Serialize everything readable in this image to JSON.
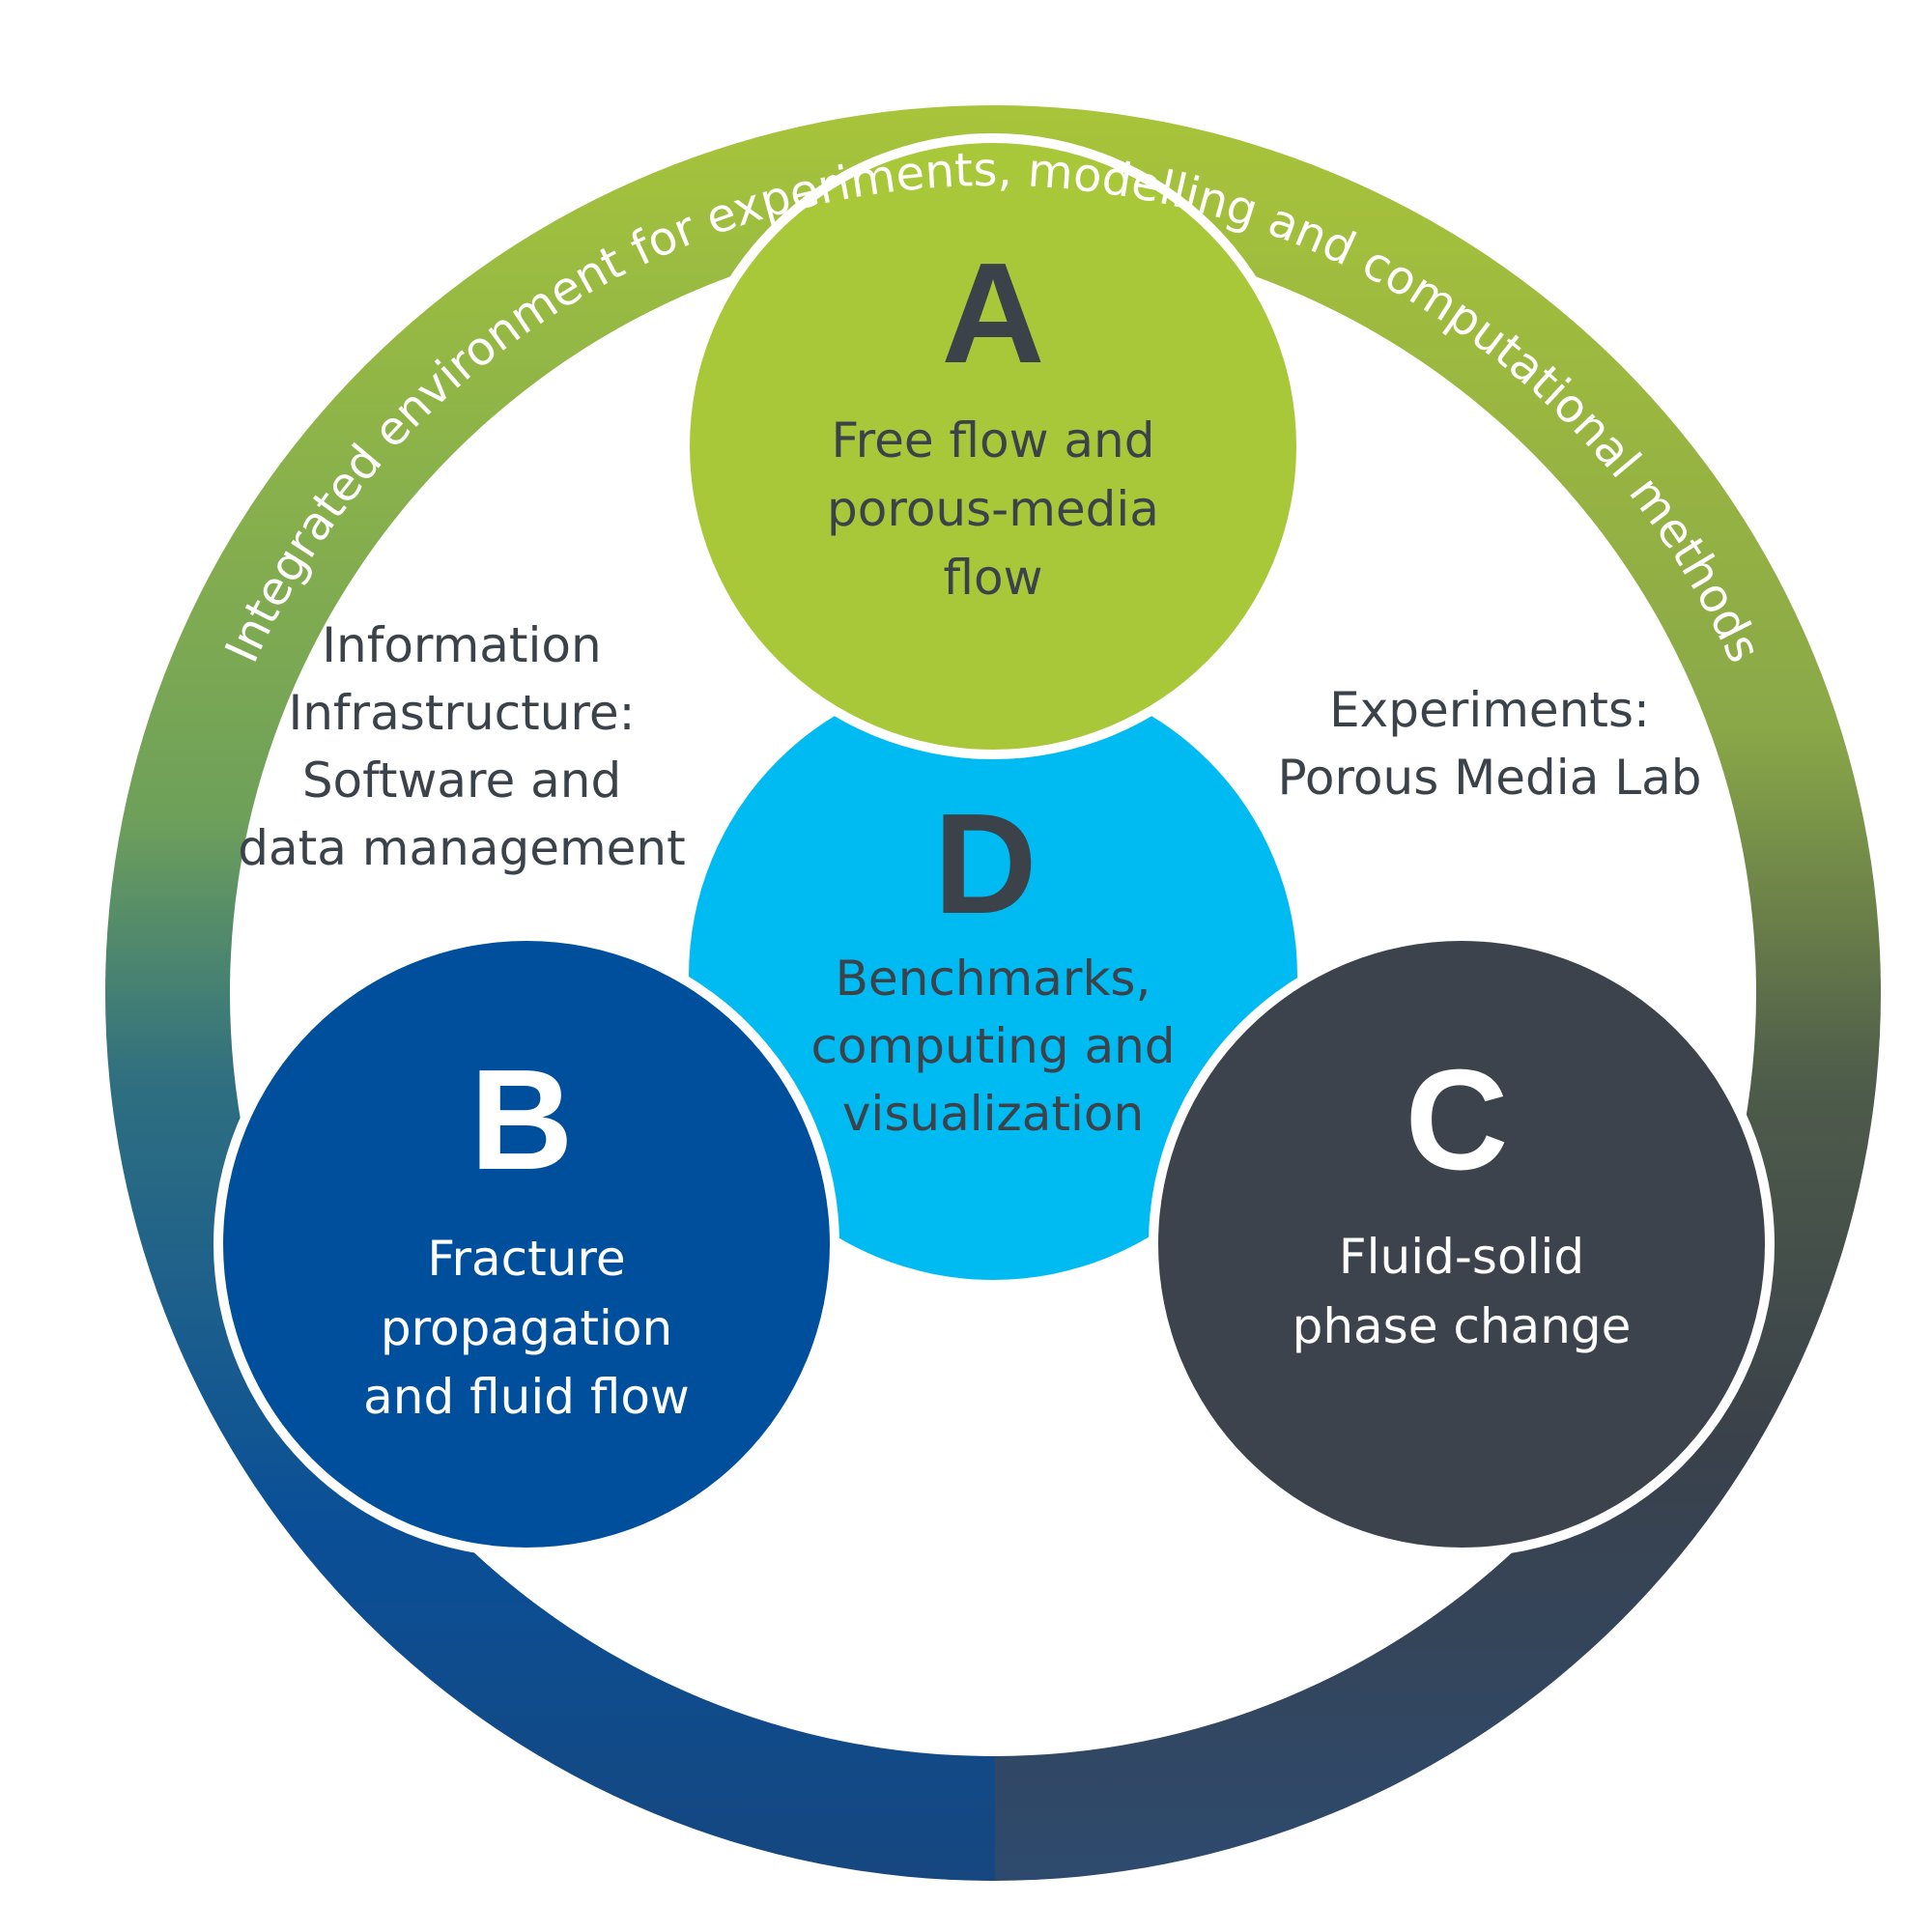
{
  "ring": {
    "caption": "Integrated environment for experiments, modelling and computational methods",
    "gradient": {
      "top": "#a8c43a",
      "mid_left": "#3f7f7a",
      "bottom_left": "#0a4f97",
      "right": "#3a414a"
    }
  },
  "circles": {
    "a": {
      "letter": "A",
      "lines": [
        "Free flow and",
        "porous-media",
        "flow"
      ],
      "fill": "#a8c83a",
      "text_color": "#3c424a"
    },
    "b": {
      "letter": "B",
      "lines": [
        "Fracture",
        "propagation",
        "and fluid flow"
      ],
      "fill": "#004f9c",
      "text_color": "#ffffff"
    },
    "c": {
      "letter": "C",
      "lines": [
        "Fluid-solid",
        "phase change"
      ],
      "fill": "#3c434c",
      "text_color": "#ffffff"
    },
    "d": {
      "letter": "D",
      "lines": [
        "Benchmarks,",
        "computing and",
        "visualization"
      ],
      "fill": "#00baf2",
      "text_color": "#3c424a"
    }
  },
  "side_labels": {
    "left": [
      "Information",
      "Infrastructure:",
      "Software and",
      "data management"
    ],
    "right": [
      "Experiments:",
      "Porous Media Lab"
    ]
  }
}
